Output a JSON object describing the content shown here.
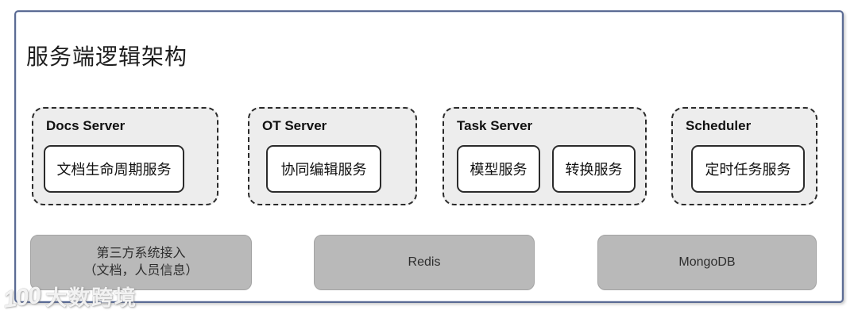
{
  "diagram": {
    "title": "服务端逻辑架构",
    "clusters": {
      "docs": {
        "label": "Docs Server",
        "service": "文档生命周期服务"
      },
      "ot": {
        "label": "OT Server",
        "service": "协同编辑服务"
      },
      "task": {
        "label": "Task Server",
        "service1": "模型服务",
        "service2": "转换服务"
      },
      "scheduler": {
        "label": "Scheduler",
        "service": "定时任务服务"
      }
    },
    "infrastructure": {
      "third_party": {
        "line1": "第三方系统接入",
        "line2": "（文档，人员信息）"
      },
      "redis": {
        "label": "Redis"
      },
      "mongodb": {
        "label": "MongoDB"
      }
    },
    "watermark": {
      "logo": "100",
      "brand": "大数跨境"
    },
    "colors": {
      "frame_border": "#5b6b94",
      "cluster_fill": "#ededed",
      "cluster_border": "#2b2b2b",
      "service_fill": "#ffffff",
      "infra_fill": "#b9b9b9",
      "text": "#1d1d1d"
    }
  }
}
